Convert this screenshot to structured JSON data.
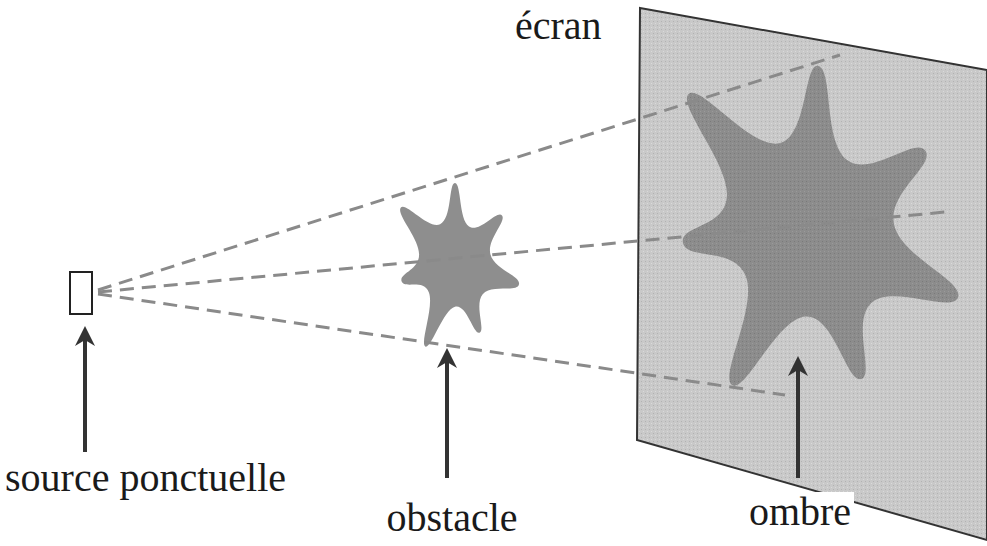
{
  "diagram": {
    "labels": [
      "écran",
      "source ponctuelle",
      "obstacle",
      "ombre"
    ]
  }
}
